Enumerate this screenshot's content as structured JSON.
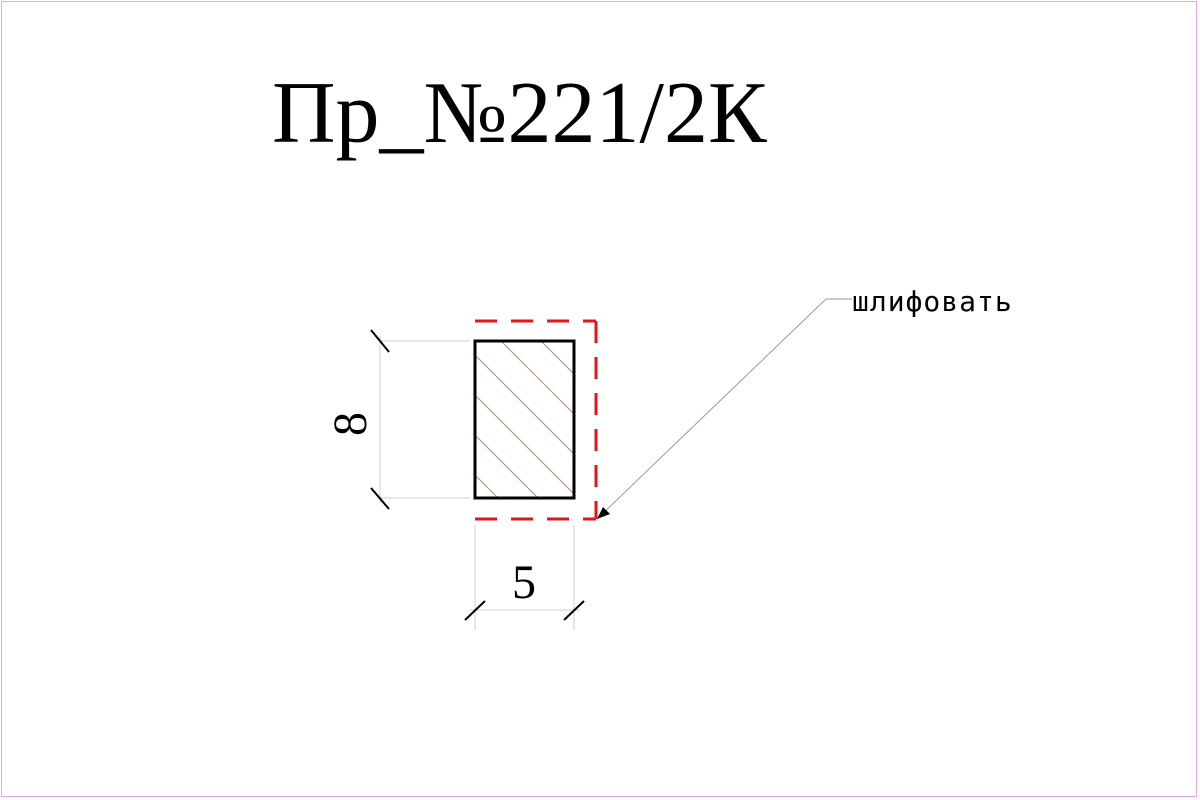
{
  "title": "Пр_№221/2К",
  "dimensions": {
    "height": "8",
    "width": "5"
  },
  "annotation": "шлифовать",
  "colors": {
    "outline": "#000000",
    "hatch": "#b08a7a",
    "grind_marker": "#e3141b",
    "extension": "#cfcfcf",
    "leader": "#9a9a9a",
    "frame": "#e2a6e8"
  }
}
